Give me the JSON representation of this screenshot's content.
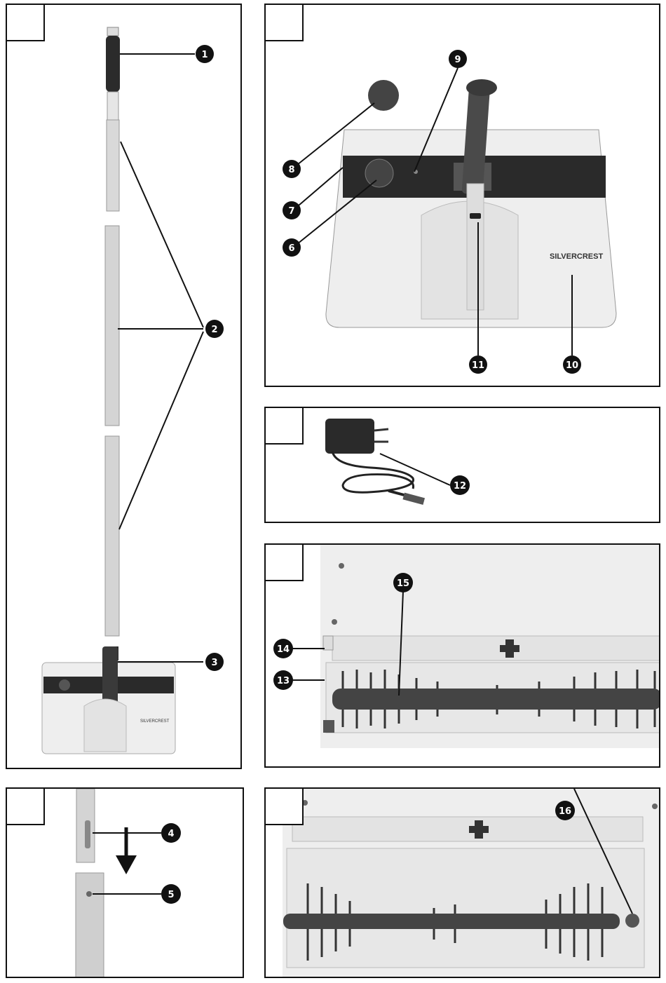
{
  "callouts": {
    "c1": "1",
    "c2": "2",
    "c3": "3",
    "c4": "4",
    "c5": "5",
    "c6": "6",
    "c7": "7",
    "c8": "8",
    "c9": "9",
    "c10": "10",
    "c11": "11",
    "c12": "12",
    "c13": "13",
    "c14": "14",
    "c15": "15",
    "c16": "16"
  },
  "brand": {
    "logo_text": "SILVERCREST",
    "logo_small": "SILVERCREST"
  },
  "colors": {
    "border": "#111111",
    "device_body": "#eeeeee",
    "device_band": "#2a2a2a",
    "brush": "#444444"
  }
}
